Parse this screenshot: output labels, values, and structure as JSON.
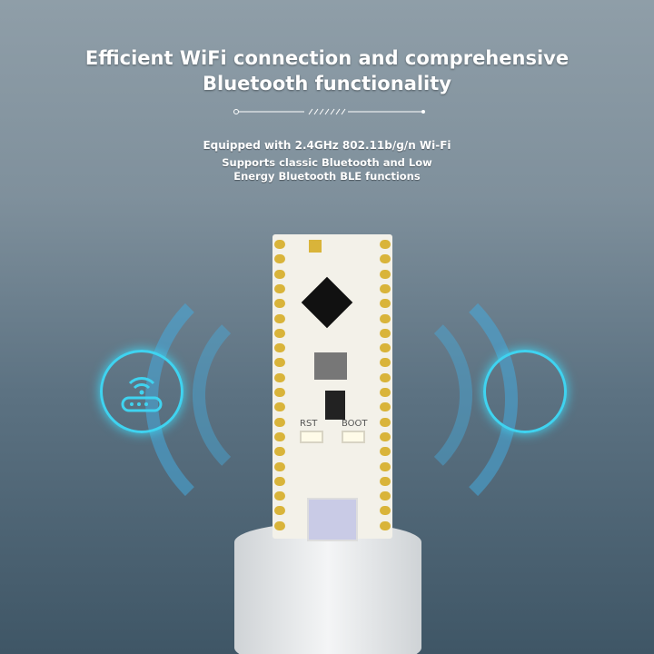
{
  "headline": {
    "line1": "Efficient WiFi connection and comprehensive",
    "line2": "Bluetooth functionality"
  },
  "features": {
    "wifi": "Equipped with 2.4GHz 802.11b/g/n Wi-Fi",
    "bt_line1": "Supports classic Bluetooth and Low",
    "bt_line2": "Energy Bluetooth BLE functions"
  },
  "board": {
    "rst_label": "RST",
    "boot_label": "BOOT"
  },
  "icons": {
    "left": "wifi-router-icon",
    "right": "empty-circle"
  },
  "colors": {
    "accent": "#3fd3f0"
  }
}
